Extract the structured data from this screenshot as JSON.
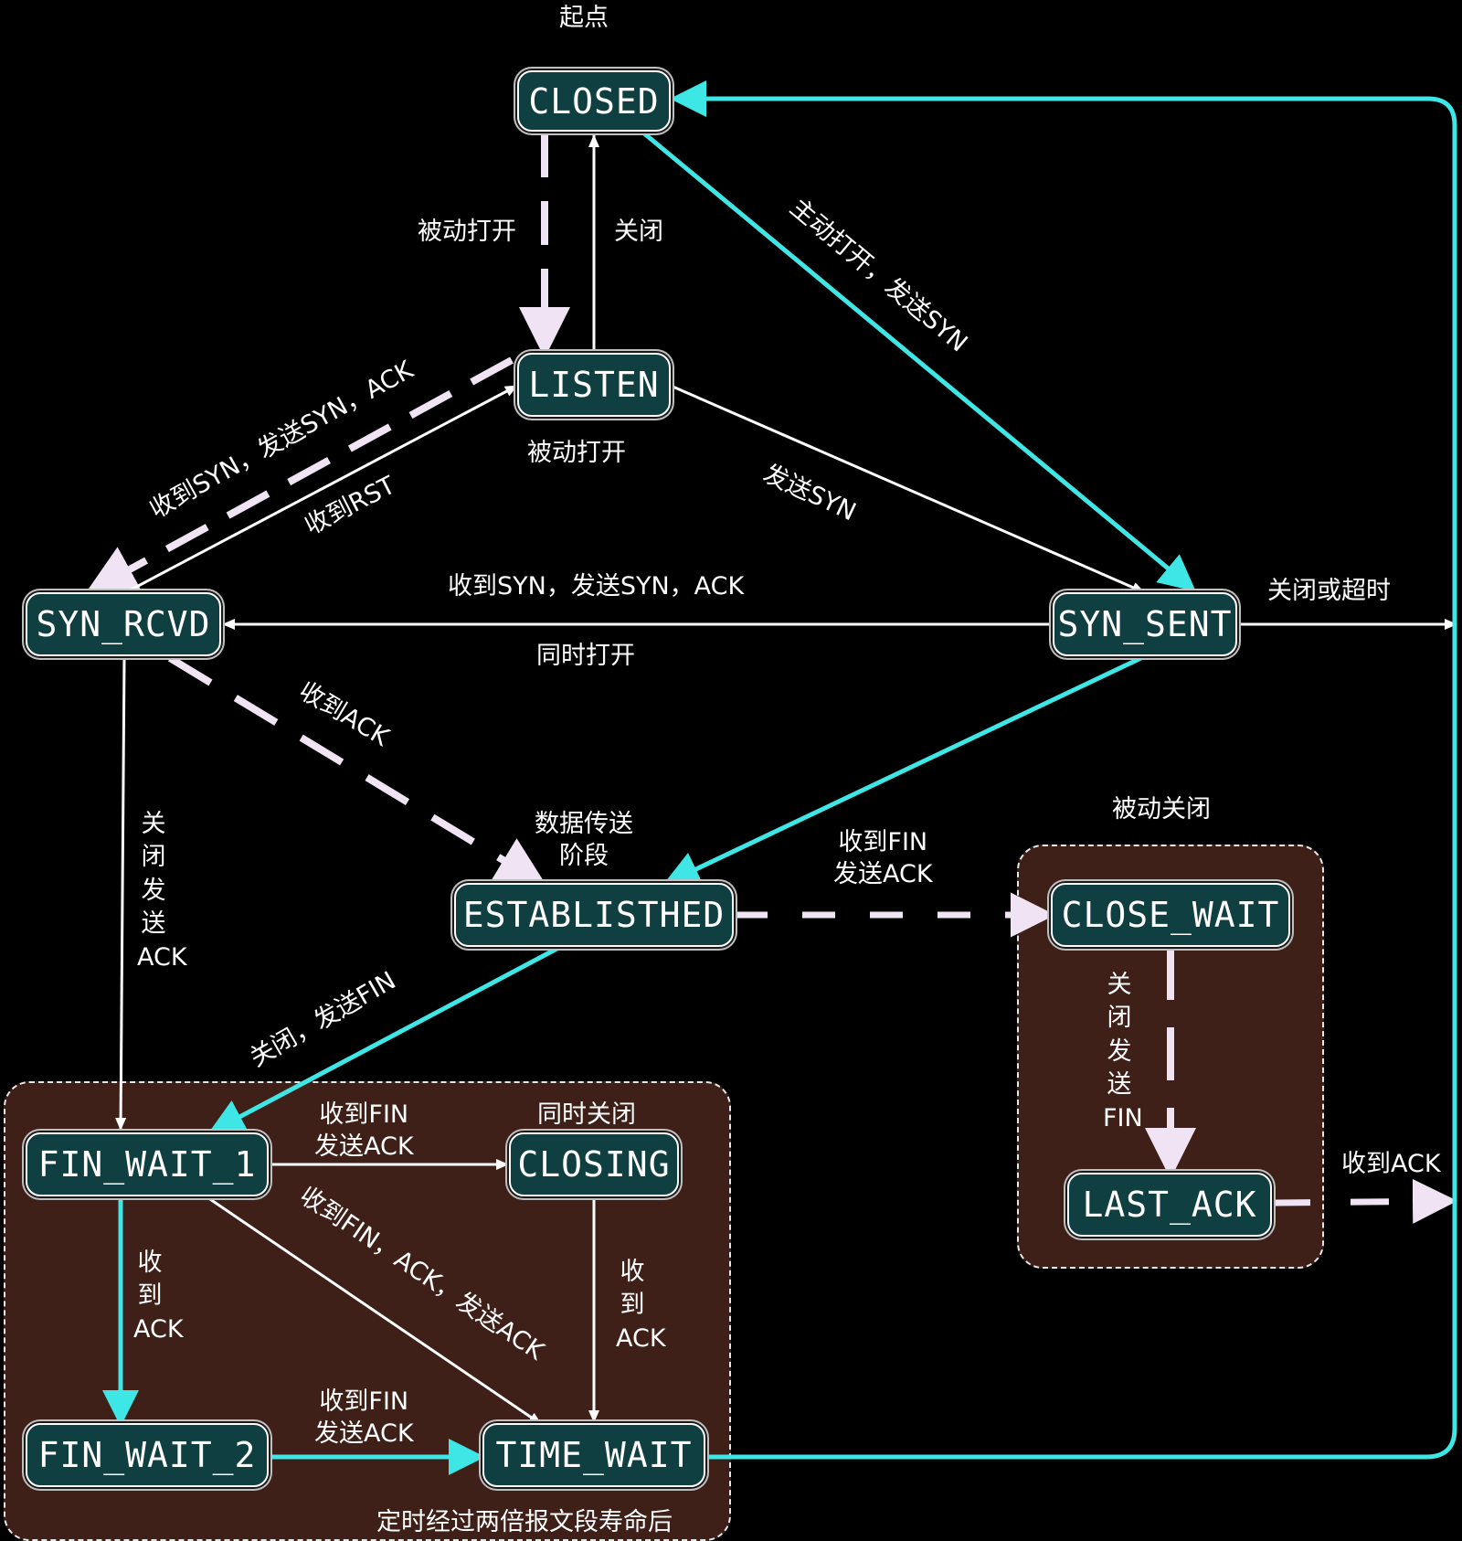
{
  "colors": {
    "background": "#000000",
    "state_fill": "#0f3f40",
    "state_border": "#ffffff",
    "region_fill": "#3f2019",
    "accent_arrow": "#3fe6e6",
    "dashed_arrow": "#f0e4f4",
    "thin_arrow": "#ffffff"
  },
  "start_label": "起点",
  "states": {
    "closed": "CLOSED",
    "listen": "LISTEN",
    "syn_rcvd": "SYN_RCVD",
    "syn_sent": "SYN_SENT",
    "established": "ESTABLISTHED",
    "close_wait": "CLOSE_WAIT",
    "last_ack": "LAST_ACK",
    "fin_wait_1": "FIN_WAIT_1",
    "closing": "CLOSING",
    "fin_wait_2": "FIN_WAIT_2",
    "time_wait": "TIME_WAIT"
  },
  "transitions": {
    "closed_to_listen": "被动打开",
    "listen_to_closed": "关闭",
    "active_open": "主动打开，发送SYN",
    "listen_passive_open": "被动打开",
    "listen_to_syn_rcvd": "收到SYN，发送SYN，ACK",
    "syn_rcvd_to_listen": "收到RST",
    "listen_to_syn_sent": "发送SYN",
    "syn_sent_to_syn_rcvd": "收到SYN，发送SYN，ACK",
    "simultaneous_open": "同时打开",
    "syn_sent_timeout": "关闭或超时",
    "syn_rcvd_to_established": "收到ACK",
    "data_transfer": "数据传送\n阶段",
    "syn_rcvd_to_fin_wait_1": "关闭发送ACK",
    "established_to_close_wait": "收到FIN\n发送ACK",
    "passive_close": "被动关闭",
    "close_wait_to_last_ack": "关闭发送FIN",
    "last_ack_to_closed": "收到ACK",
    "established_to_fin_wait_1": "关闭，发送FIN",
    "fin_wait_1_to_closing": "收到FIN\n发送ACK",
    "simultaneous_close": "同时关闭",
    "fin_wait_1_to_fin_wait_2": "收到ACK",
    "fin_wait_1_to_time_wait": "收到FIN，ACK，发送ACK",
    "closing_to_time_wait": "收到ACK",
    "fin_wait_2_to_time_wait": "收到FIN\n发送ACK",
    "time_wait_to_closed": "定时经过两倍报文段寿命后"
  }
}
